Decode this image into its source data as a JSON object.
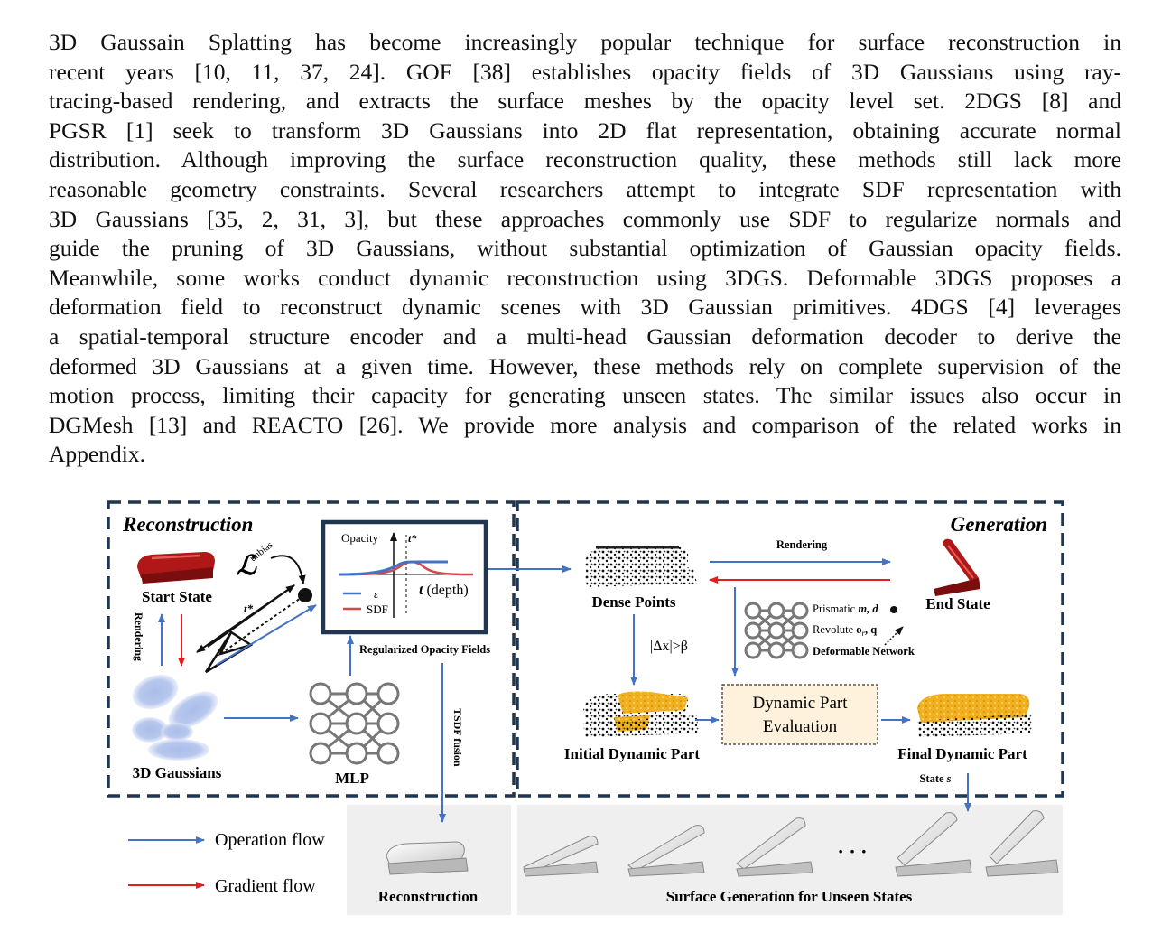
{
  "paragraph": {
    "lines": [
      "3D Gaussain Splatting has become increasingly popular technique for surface reconstruction in",
      "recent years [10, 11, 37, 24].  GOF [38] establishes opacity fields of 3D Gaussians using ray-",
      "tracing-based rendering, and extracts the surface meshes by the opacity level set. 2DGS [8] and",
      "PGSR [1] seek to transform 3D Gaussians into 2D flat representation, obtaining accurate normal",
      "distribution. Although improving the surface reconstruction quality, these methods still lack more",
      "reasonable geometry constraints. Several researchers attempt to integrate SDF representation with",
      "3D Gaussians [35, 2, 31, 3], but these approaches commonly use SDF to regularize normals and",
      "guide the pruning of 3D Gaussians, without substantial optimization of Gaussian opacity fields.",
      "Meanwhile, some works conduct dynamic reconstruction using 3DGS. Deformable 3DGS proposes a",
      "deformation field to reconstruct dynamic scenes with 3D Gaussian primitives. 4DGS [4] leverages",
      "a spatial-temporal structure encoder and a multi-head Gaussian deformation decoder to derive the",
      "deformed 3D Gaussians at a given time. However, these methods rely on complete supervision of the",
      "motion process, limiting their capacity for generating unseen states. The similar issues also occur in",
      "DGMesh [13] and REACTO [26]. We provide more analysis and comparison of the related works in",
      "Appendix."
    ]
  },
  "figure": {
    "reconstruction_title": "Reconstruction",
    "generation_title": "Generation",
    "start_state": "Start State",
    "rendering_vertical": "Rendering",
    "gaussians_label": "3D Gaussians",
    "mlp_label": "MLP",
    "regularized_label": "Regularized Opacity Fields",
    "tsdf_label": "TSDF fusion",
    "loss_symbol": "ℒ",
    "loss_sub": "unbias",
    "t_star": "t*",
    "plot": {
      "opacity": "Opacity",
      "t_star": "t*",
      "t_depth_t": "t",
      "t_depth_rest": " (depth)",
      "epsilon": "ε",
      "sdf": "SDF"
    },
    "dense_points": "Dense Points",
    "rendering_label": "Rendering",
    "end_state": "End State",
    "prismatic_prefix": "Prismatic ",
    "prismatic_params": "m, d",
    "revolute_prefix": "Revolute ",
    "revolute_params": "o",
    "revolute_sub": "r",
    "revolute_rest": ", q",
    "deformable_network": "Deformable Network",
    "delta_condition": "|Δx|>β",
    "dpe_line1": "Dynamic Part",
    "dpe_line2": "Evaluation",
    "initial_dynamic": "Initial Dynamic Part",
    "final_dynamic": "Final Dynamic Part",
    "state_prefix": "State ",
    "state_var": "s",
    "legend_operation": "Operation flow",
    "legend_gradient": "Gradient flow",
    "bottom_reconstruction": "Reconstruction",
    "bottom_generation": "Surface Generation for Unseen States",
    "ellipsis": "· · ·"
  },
  "colors": {
    "operation_flow": "#4472c4",
    "gradient_flow": "#e02020",
    "dashed_border": "#1f3550",
    "dynamic_part": "#f0b020",
    "stapler_red": "#b01818",
    "gaussian_blue": "#a9bde8",
    "evaluation_box": "#fff2dc",
    "panel_gray": "#efefef"
  }
}
